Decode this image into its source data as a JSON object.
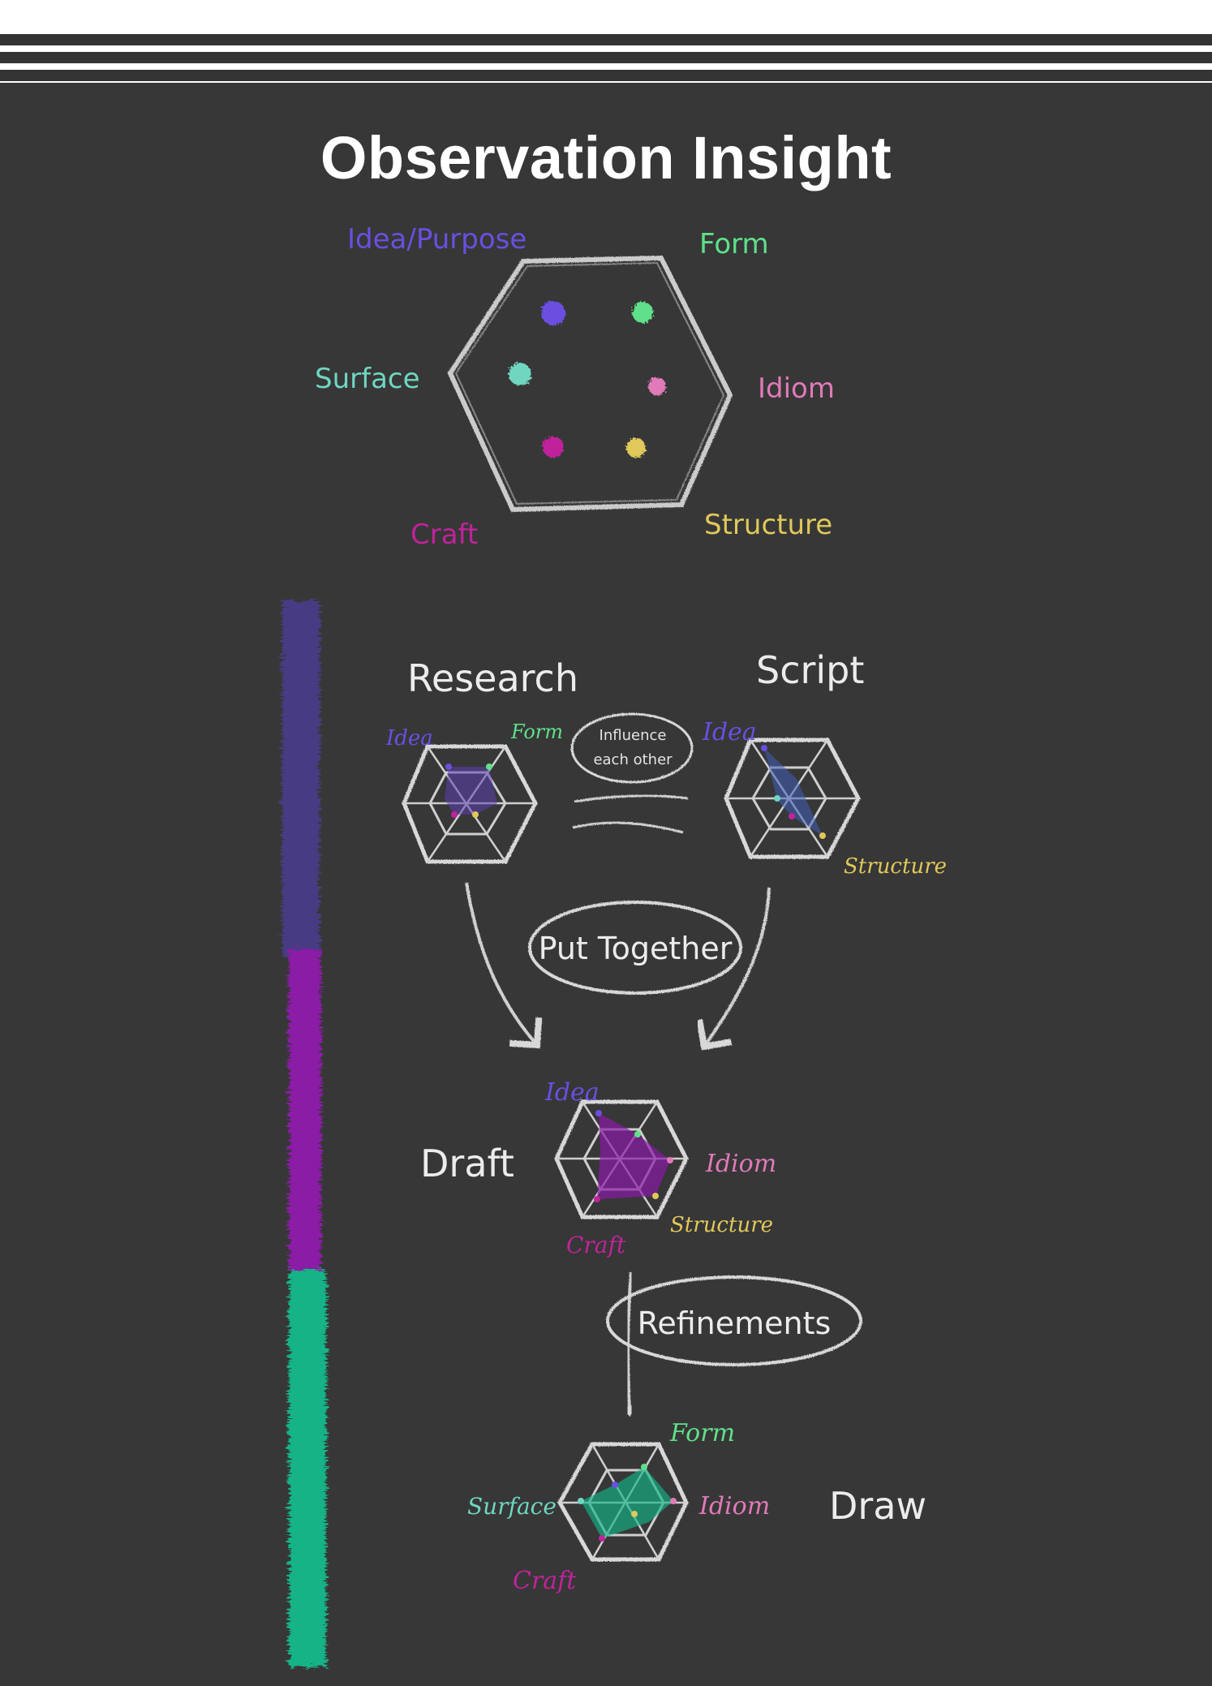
{
  "title": "Observation Insight",
  "top_hexagon": {
    "labels": {
      "idea": "Idea/Purpose",
      "form": "Form",
      "surface": "Surface",
      "idiom": "Idiom",
      "craft": "Craft",
      "structure": "Structure"
    }
  },
  "colors": {
    "idea": "#6a4fe0",
    "form": "#5fe08a",
    "surface": "#6fd6c0",
    "idiom": "#e07ab8",
    "craft": "#c0239b",
    "structure": "#e0c85a",
    "chalk": "#d8d8d8",
    "board": "#373737",
    "bar_purple_dark": "#4a3d8c",
    "bar_purple": "#8a1aa6",
    "bar_green": "#13b386"
  },
  "stages": {
    "research": {
      "title": "Research",
      "labels": {
        "idea": "Idea",
        "form": "Form"
      }
    },
    "script": {
      "title": "Script",
      "labels": {
        "idea": "Idea",
        "structure": "Structure"
      }
    },
    "influence": "Influence each other",
    "put_together": "Put Together",
    "draft": {
      "title": "Draft",
      "labels": {
        "idea": "Idea",
        "idiom": "Idiom",
        "structure": "Structure",
        "craft": "Craft"
      }
    },
    "refinements": "Refinements",
    "draw": {
      "title": "Draw",
      "labels": {
        "form": "Form",
        "surface": "Surface",
        "idiom": "Idiom",
        "craft": "Craft"
      }
    }
  }
}
